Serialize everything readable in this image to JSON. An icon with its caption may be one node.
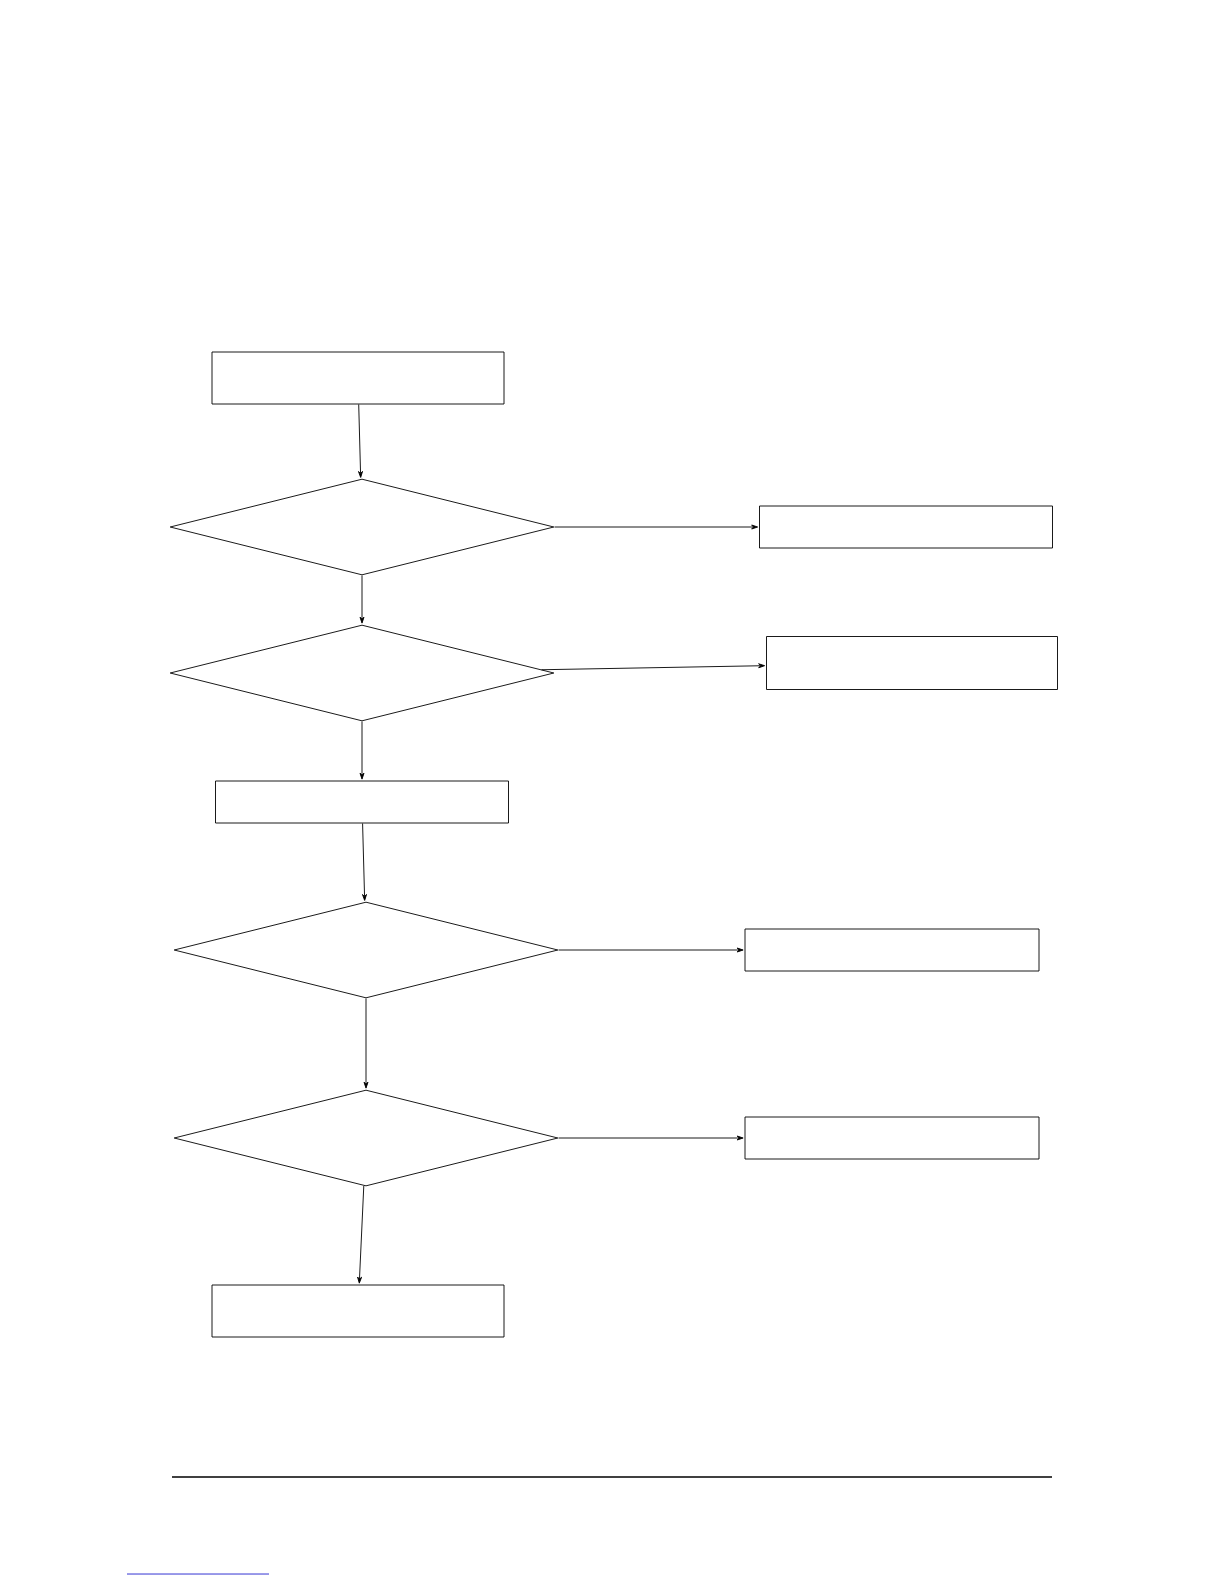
{
  "diagram": {
    "nodes": [
      {
        "text": [],
        "shape": "box"
      },
      {
        "text": [],
        "shape": "diamond"
      },
      {
        "text": [],
        "shape": "box"
      },
      {
        "text": [],
        "shape": "diamond"
      },
      {
        "text": [],
        "shape": "box"
      },
      {
        "text": [],
        "shape": "box"
      },
      {
        "text": [],
        "shape": "diamond"
      },
      {
        "text": [],
        "shape": "box"
      },
      {
        "text": [],
        "shape": "diamond"
      },
      {
        "text": [],
        "shape": "box"
      },
      {
        "text": [],
        "shape": "box"
      }
    ],
    "edges": [
      {
        "from": 0,
        "to": 1,
        "arrow": "to"
      },
      {
        "from": 1,
        "to": 2,
        "arrow": "to"
      },
      {
        "from": 1,
        "to": 3,
        "arrow": "to"
      },
      {
        "from": 3,
        "to": 4,
        "arrow": "to"
      },
      {
        "from": 3,
        "to": 5,
        "arrow": "to"
      },
      {
        "from": 5,
        "to": 6,
        "arrow": "to"
      },
      {
        "from": 6,
        "to": 7,
        "arrow": "to"
      },
      {
        "from": 6,
        "to": 8,
        "arrow": "to"
      },
      {
        "from": 8,
        "to": 9,
        "arrow": "to"
      },
      {
        "from": 8,
        "to": 10,
        "arrow": "to"
      }
    ]
  }
}
